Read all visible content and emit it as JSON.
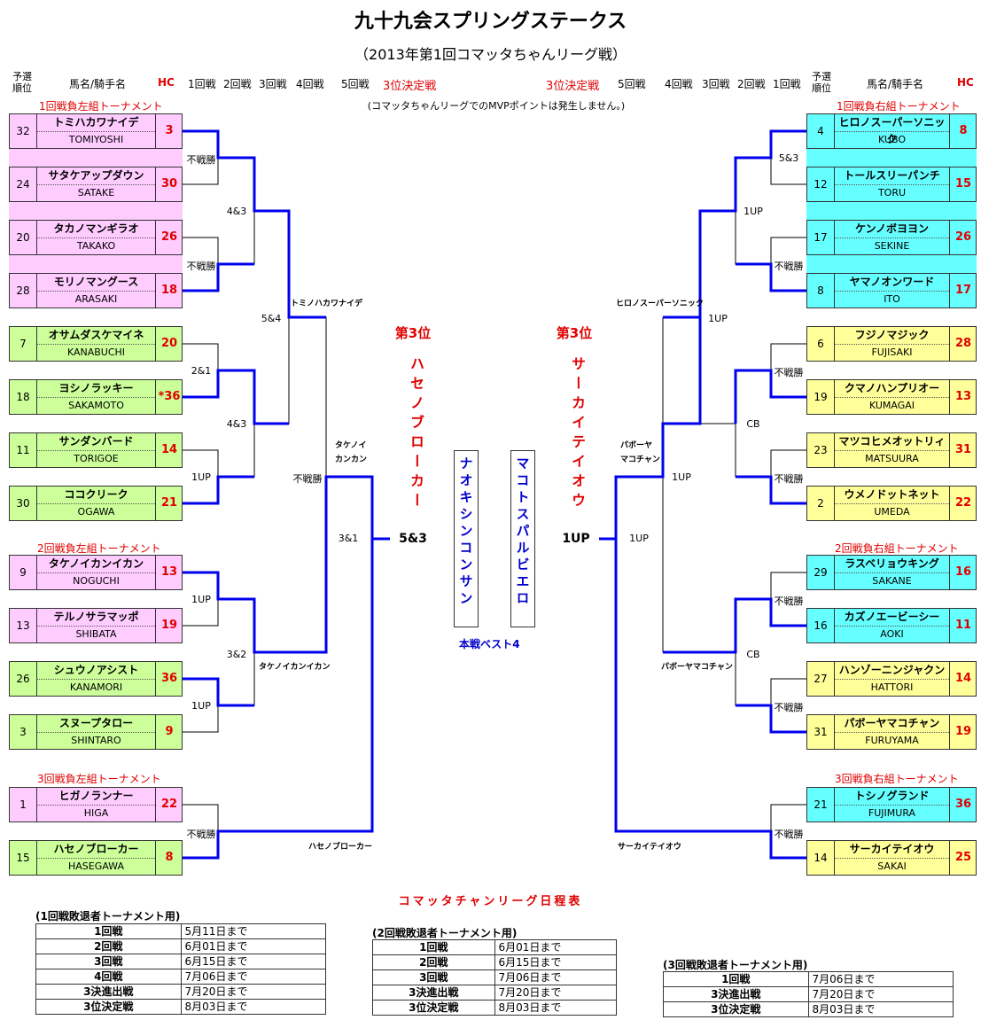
{
  "title": "九十九会スプリングステークス",
  "subtitle": "（2013年第1回コマッタちゃんリーグ戦）",
  "header": {
    "seed_label": "予選\n順位",
    "name_label": "馬名/騎手名",
    "hc_label": "HC",
    "rounds_left": [
      "1回戦",
      "2回戦",
      "3回戦",
      "4回戦",
      "5回戦"
    ],
    "third_place_label": "3位決定戦",
    "rounds_right": [
      "5回戦",
      "4回戦",
      "3回戦",
      "2回戦",
      "1回戦"
    ]
  },
  "note": "(コマッタちゃんリーグでのMVPポイントは発生しません。)",
  "groups": {
    "l1": "1回戦負左組トーナメント",
    "l2": "2回戦負左組トーナメント",
    "l3": "3回戦負左組トーナメント",
    "r1": "1回戦負右組トーナメント",
    "r2": "2回戦負右組トーナメント",
    "r3": "3回戦負右組トーナメント"
  },
  "entries_left": [
    {
      "seed": "32",
      "name": "トミハカワナイデ",
      "jockey": "TOMIYOSHI",
      "hc": "3",
      "color": "#ffccff"
    },
    {
      "seed": "24",
      "name": "サタケアップダウン",
      "jockey": "SATAKE",
      "hc": "30",
      "color": "#ffccff"
    },
    {
      "seed": "20",
      "name": "タカノマンギラオ",
      "jockey": "TAKAKO",
      "hc": "26",
      "color": "#ffccff"
    },
    {
      "seed": "28",
      "name": "モリノマングース",
      "jockey": "ARASAKI",
      "hc": "18",
      "color": "#ffccff"
    },
    {
      "seed": "7",
      "name": "オサムダスケマイネ",
      "jockey": "KANABUCHI",
      "hc": "20",
      "color": "#ccff99"
    },
    {
      "seed": "18",
      "name": "ヨシノラッキー",
      "jockey": "SAKAMOTO",
      "hc": "*36",
      "color": "#ccff99"
    },
    {
      "seed": "11",
      "name": "サンダンバード",
      "jockey": "TORIGOE",
      "hc": "14",
      "color": "#ccff99"
    },
    {
      "seed": "30",
      "name": "ココクリーク",
      "jockey": "OGAWA",
      "hc": "21",
      "color": "#ccff99"
    },
    {
      "seed": "9",
      "name": "タケノイカンイカン",
      "jockey": "NOGUCHI",
      "hc": "13",
      "color": "#ffccff"
    },
    {
      "seed": "13",
      "name": "テルノサラマッポ",
      "jockey": "SHIBATA",
      "hc": "19",
      "color": "#ffccff"
    },
    {
      "seed": "26",
      "name": "シュウノアシスト",
      "jockey": "KANAMORI",
      "hc": "36",
      "color": "#ccff99"
    },
    {
      "seed": "3",
      "name": "スヌープタロー",
      "jockey": "SHINTARO",
      "hc": "9",
      "color": "#ccff99"
    },
    {
      "seed": "1",
      "name": "ヒガノランナー",
      "jockey": "HIGA",
      "hc": "22",
      "color": "#ffccff"
    },
    {
      "seed": "15",
      "name": "ハセノブローカー",
      "jockey": "HASEGAWA",
      "hc": "8",
      "color": "#ccff99"
    }
  ],
  "entries_right": [
    {
      "seed": "4",
      "name": "ヒロノスーパーソニック",
      "jockey": "KUBO",
      "hc": "8",
      "color": "#66ffff"
    },
    {
      "seed": "12",
      "name": "トールスリーパンチ",
      "jockey": "TORU",
      "hc": "15",
      "color": "#66ffff"
    },
    {
      "seed": "17",
      "name": "ケンノボヨヨン",
      "jockey": "SEKINE",
      "hc": "26",
      "color": "#66ffff"
    },
    {
      "seed": "8",
      "name": "ヤマノオンワード",
      "jockey": "ITO",
      "hc": "17",
      "color": "#66ffff"
    },
    {
      "seed": "6",
      "name": "フジノマジック",
      "jockey": "FUJISAKI",
      "hc": "28",
      "color": "#ffff99"
    },
    {
      "seed": "19",
      "name": "クマノハンプリオー",
      "jockey": "KUMAGAI",
      "hc": "13",
      "color": "#ffff99"
    },
    {
      "seed": "23",
      "name": "マツコヒメオットリィ",
      "jockey": "MATSUURA",
      "hc": "31",
      "color": "#ffff99"
    },
    {
      "seed": "2",
      "name": "ウメノドットネット",
      "jockey": "UMEDA",
      "hc": "22",
      "color": "#ffff99"
    },
    {
      "seed": "29",
      "name": "ラスベリョウキング",
      "jockey": "SAKANE",
      "hc": "16",
      "color": "#66ffff"
    },
    {
      "seed": "16",
      "name": "カズノエービーシー",
      "jockey": "AOKI",
      "hc": "11",
      "color": "#66ffff"
    },
    {
      "seed": "27",
      "name": "ハンゾーニンジャクン",
      "jockey": "HATTORI",
      "hc": "14",
      "color": "#ffff99"
    },
    {
      "seed": "31",
      "name": "パボーヤマコチャン",
      "jockey": "FURUYAMA",
      "hc": "19",
      "color": "#ffff99"
    },
    {
      "seed": "21",
      "name": "トシノグランド",
      "jockey": "FUJIMURA",
      "hc": "36",
      "color": "#66ffff"
    },
    {
      "seed": "14",
      "name": "サーカイテイオウ",
      "jockey": "SAKAI",
      "hc": "25",
      "color": "#ffff99"
    }
  ],
  "results_left": {
    "r1a": "不戦勝",
    "r1b": "不戦勝",
    "r1c": "2&1",
    "r1d": "1UP",
    "r1e": "1UP",
    "r1f": "1UP",
    "r1g": "不戦勝",
    "r2a": "4&3",
    "r2b": "4&3",
    "r2c": "3&2",
    "r3a": "5&4",
    "r3b": "不戦勝",
    "r4a": "3&1",
    "adv_a": "トミノハカワナイデ",
    "adv_b": "タケノイ\nカンカン",
    "adv_c": "タケノイカンイカン",
    "adv_d": "ハセノブローカー"
  },
  "results_right": {
    "r1a": "5&3",
    "r1b": "不戦勝",
    "r1c": "不戦勝",
    "r1d": "不戦勝",
    "r1e": "不戦勝",
    "r1f": "不戦勝",
    "r1g": "不戦勝",
    "r2a": "1UP",
    "r2b": "CB",
    "r2c": "CB",
    "r3a": "1UP",
    "r3b": "1UP",
    "r4a": "1UP",
    "adv_a": "ヒロノスーパーソニック",
    "adv_b": "パボーヤ\nマコチャン",
    "adv_c": "パボーヤマコチャン",
    "adv_d": "サーカイテイオウ"
  },
  "third_left": {
    "label": "第3位",
    "name": "ハセノブローカー"
  },
  "third_right": {
    "label": "第3位",
    "name": "サーカイテイオウ"
  },
  "finalists": {
    "left": "ナオキシンコンサン",
    "right": "マコトスパルビエロ"
  },
  "final_scores": {
    "left": "5&3",
    "right": "1UP"
  },
  "best4_label": "本戦ベスト4",
  "schedule": {
    "title": "コマッタチャンリーグ日程表",
    "t1": {
      "caption": "(1回戦敗退者トーナメント用)",
      "rows": [
        [
          "1回戦",
          "5月11日まで"
        ],
        [
          "2回戦",
          "6月01日まで"
        ],
        [
          "3回戦",
          "6月15日まで"
        ],
        [
          "4回戦",
          "7月06日まで"
        ],
        [
          "3決進出戦",
          "7月20日まで"
        ],
        [
          "3位決定戦",
          "8月03日まで"
        ]
      ]
    },
    "t2": {
      "caption": "(2回戦敗退者トーナメント用)",
      "rows": [
        [
          "1回戦",
          "6月01日まで"
        ],
        [
          "2回戦",
          "6月15日まで"
        ],
        [
          "3回戦",
          "7月06日まで"
        ],
        [
          "3決進出戦",
          "7月20日まで"
        ],
        [
          "3位決定戦",
          "8月03日まで"
        ]
      ]
    },
    "t3": {
      "caption": "(3回戦敗退者トーナメント用)",
      "rows": [
        [
          "1回戦",
          "7月06日まで"
        ],
        [
          "3決進出戦",
          "7月20日まで"
        ],
        [
          "3位決定戦",
          "8月03日まで"
        ]
      ]
    }
  }
}
